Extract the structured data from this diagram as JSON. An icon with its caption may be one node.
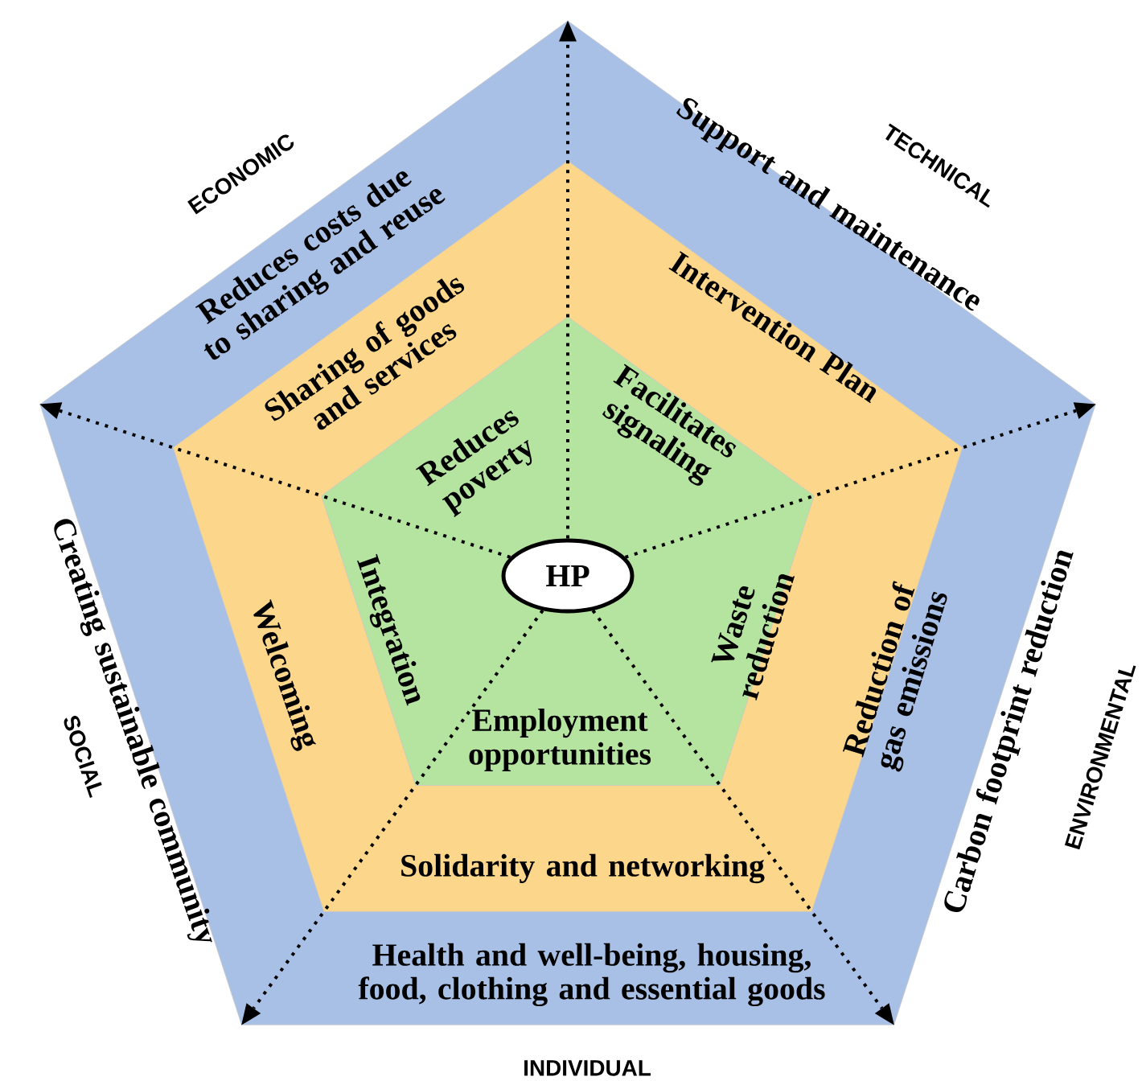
{
  "diagram": {
    "nodes": [
      {
        "text": [
          "Reduces costs due to sharing and reuse",
          "Support and maintenance",
          "Carbon footprint reduction",
          "Health and well-being, housing, food, clothing and essential goods",
          "Creating sustainable community"
        ]
      },
      {
        "text": [
          "Sharing of goods and services",
          "Intervention Plan",
          "Reduction of gas emissions",
          "Solidarity and networking",
          "Welcoming"
        ],
        "in": 0
      },
      {
        "text": [
          "Reduces poverty",
          "Facilitates signaling",
          "Waste reduction",
          "Employment opportunities",
          "Integration"
        ],
        "in": 1
      },
      {
        "text": [
          "HP"
        ],
        "in": 2
      }
    ],
    "edges": [
      {
        "from": 3,
        "to": null,
        "arrow": "to",
        "style": "dashed"
      },
      {
        "from": 3,
        "to": null,
        "arrow": "to",
        "style": "dashed"
      },
      {
        "from": 3,
        "to": null,
        "arrow": "to",
        "style": "dashed"
      },
      {
        "from": 3,
        "to": null,
        "arrow": "to",
        "style": "dashed"
      },
      {
        "from": 3,
        "to": null,
        "arrow": "to",
        "style": "dashed"
      }
    ],
    "labels": [
      "ECONOMIC",
      "TECHNICAL",
      "ENVIRONMENTAL",
      "INDIVIDUAL",
      "SOCIAL"
    ]
  }
}
